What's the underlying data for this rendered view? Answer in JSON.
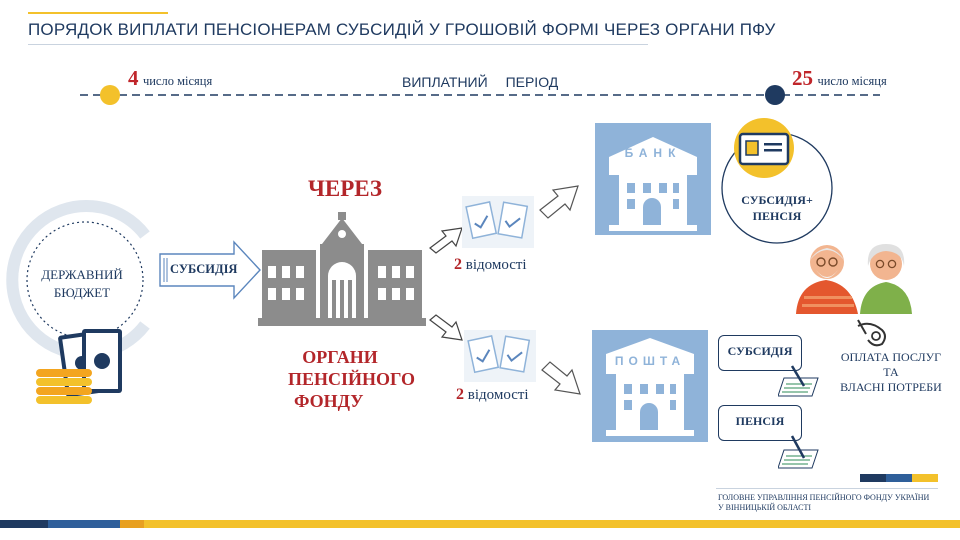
{
  "title": "ПОРЯДОК ВИПЛАТИ ПЕНСІОНЕРАМ СУБСИДІЙ У ГРОШОВІЙ ФОРМІ ЧЕРЕЗ ОРГАНИ ПФУ",
  "timeline": {
    "start_day": "4",
    "start_label": "число місяця",
    "period_label": "ВИПЛАТНИЙ ПЕРІОД",
    "end_day": "25",
    "end_label": "число місяця"
  },
  "budget": {
    "line1": "ДЕРЖАВНИЙ",
    "line2": "БЮДЖЕТ"
  },
  "subsidy_arrow_label": "СУБСИДІЯ",
  "through_label": "ЧЕРЕЗ",
  "pfu": {
    "line1": "ОРГАНИ",
    "line2": "ПЕНСІЙНОГО",
    "line3": "ФОНДУ"
  },
  "statements_top": {
    "count": "2",
    "label": "відомості"
  },
  "statements_bottom": {
    "count": "2",
    "label": "відомості"
  },
  "bank_sign": "БАНК",
  "post_sign": "ПОШТА",
  "bank_result": {
    "line1": "СУБСИДІЯ+",
    "line2": "ПЕНСІЯ"
  },
  "post_subsidy": "СУБСИДІЯ",
  "post_pension": "ПЕНСІЯ",
  "payment": {
    "line1": "ОПЛАТА ПОСЛУГ",
    "line2": "ТА",
    "line3": "ВЛАСНІ ПОТРЕБИ"
  },
  "footer": {
    "line1": "ГОЛОВНЕ УПРАВЛІННЯ ПЕНСІЙНОГО ФОНДУ УКРАЇНИ",
    "line2": "У ВІННИЦЬКІЙ ОБЛАСТІ"
  },
  "colors": {
    "navy": "#1f3a60",
    "gold": "#f3c12b",
    "red": "#b3262a",
    "blue_light": "#8fb3d9",
    "gray": "#8c8c8c"
  }
}
